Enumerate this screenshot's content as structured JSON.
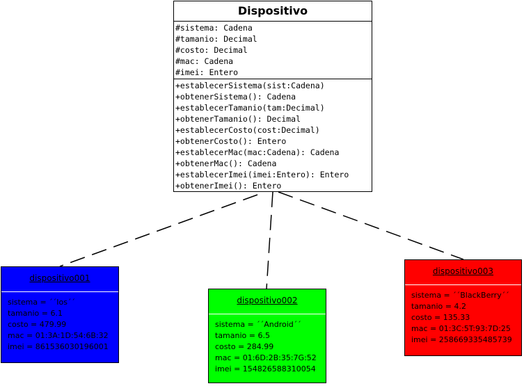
{
  "class": {
    "name": "Dispositivo",
    "attributes": [
      "#sistema: Cadena",
      "#tamanio: Decimal",
      "#costo: Decimal",
      "#mac: Cadena",
      "#imei: Entero"
    ],
    "methods": [
      "+establecerSistema(sist:Cadena)",
      "+obtenerSistema(): Cadena",
      "+establecerTamanio(tam:Decimal)",
      "+obtenerTamanio(): Decimal",
      "+establecerCosto(cost:Decimal)",
      "+obtenerCosto(): Entero",
      "+establecerMac(mac:Cadena): Cadena",
      "+obtenerMac(): Cadena",
      "+establecerImei(imei:Entero): Entero",
      "+obtenerImei(): Entero"
    ]
  },
  "objects": [
    {
      "name": "dispositivo001",
      "color": "#0000ff",
      "fields": [
        "sistema = ´´Ios´´",
        "tamanio = 6.1",
        "costo = 479.99",
        "mac = 01:3A:1D:54:6B:32",
        "imei = 861536030196001"
      ]
    },
    {
      "name": "dispositivo002",
      "color": "#00ff00",
      "fields": [
        "sistema = ´´Android´´",
        "tamanio = 6.5",
        "costo = 284.99",
        "mac = 01:6D:2B:35:7G:52",
        "imei = 154826588310054"
      ]
    },
    {
      "name": "dispositivo003",
      "color": "#ff0000",
      "fields": [
        "sistema = ´´BlackBerry´´",
        "tamanio = 4.2",
        "costo = 135.33",
        "mac = 01:3C:5T:93:7D:25",
        "imei = 258669335485739"
      ]
    }
  ]
}
